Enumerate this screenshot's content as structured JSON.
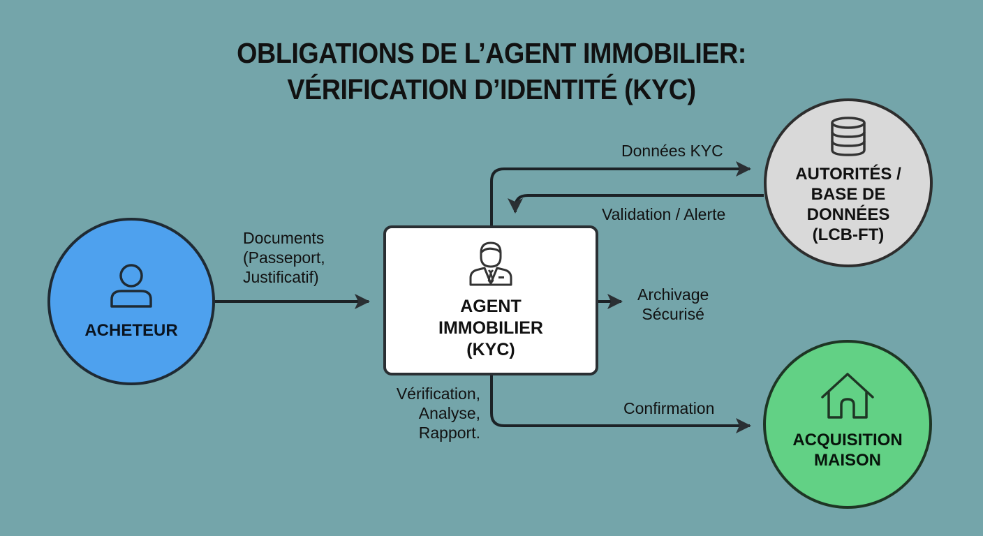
{
  "title": {
    "line1": "OBLIGATIONS DE L’AGENT IMMOBILIER:",
    "line2": "VÉRIFICATION D’IDENTITÉ (KYC)"
  },
  "colors": {
    "background": "#74a5aa",
    "buyer": "#4ea1ee",
    "agent": "#ffffff",
    "authorities": "#d9d9d9",
    "house": "#62d185",
    "stroke": "#1f2a33"
  },
  "nodes": {
    "buyer": {
      "label": "ACHETEUR",
      "icon": "user-icon"
    },
    "agent": {
      "label_lines": [
        "AGENT",
        "IMMOBILIER",
        "(KYC)"
      ],
      "icon": "agent-icon"
    },
    "authorities": {
      "label_lines": [
        "AUTORITÉS /",
        "BASE DE",
        "DONNÉES",
        "(LCB-FT)"
      ],
      "icon": "database-icon"
    },
    "house": {
      "label_lines": [
        "ACQUISITION",
        "MAISON"
      ],
      "icon": "house-icon"
    }
  },
  "edges": {
    "documents": {
      "lines": [
        "Documents",
        "(Passeport,",
        "Justificatif)"
      ]
    },
    "kyc_data": {
      "label": "Données KYC"
    },
    "validation": {
      "label": "Validation / Alerte"
    },
    "archive": {
      "lines": [
        "Archivage",
        "Sécurisé"
      ]
    },
    "verification": {
      "lines": [
        "Vérification,",
        "Analyse,",
        "Rapport."
      ]
    },
    "confirmation": {
      "label": "Confirmation"
    }
  }
}
